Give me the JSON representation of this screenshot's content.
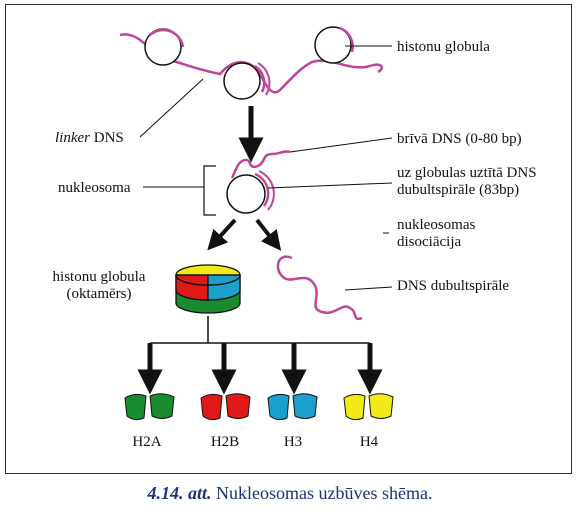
{
  "colors": {
    "dna": "#c0449a",
    "h2a": "#1a8a2e",
    "h2b": "#e01919",
    "h3": "#1aa0cc",
    "h4": "#f2ea18",
    "caption": "#1f2f7a",
    "arrow": "#111111"
  },
  "labels": {
    "histone_globule_top": "histonu globula",
    "linker_italic": "linker",
    "linker_rest": " DNS",
    "free_dna": "brīvā DNS (0-80 bp)",
    "wound_dna_line1": "uz globulas uztītā DNS",
    "wound_dna_line2": "dubultspirāle (83bp)",
    "nucleosome": "nukleosoma",
    "dissociation_line1": "nukleosomas",
    "dissociation_line2": "disociācija",
    "histone_globule_mid_line1": "histonu globula",
    "histone_globule_mid_line2": "(oktamērs)",
    "dna_double_helix": "DNS dubultspirāle",
    "h2a": "H2A",
    "h2b": "H2B",
    "h3": "H3",
    "h4": "H4"
  },
  "caption": {
    "number": "4.14. att.",
    "text": " Nukleosomas uzbūves shēma."
  }
}
